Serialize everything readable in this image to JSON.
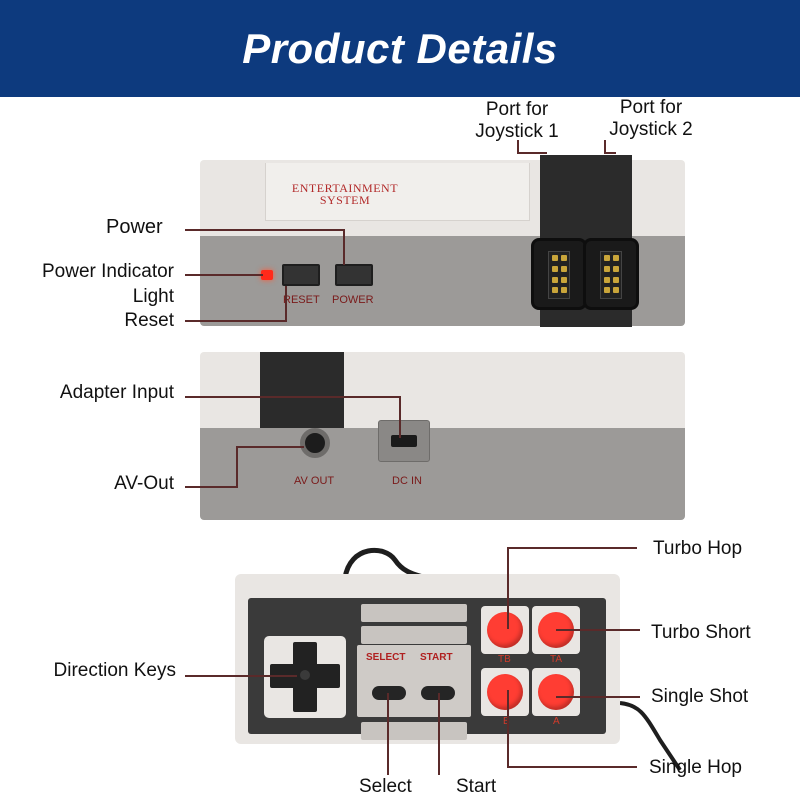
{
  "header": {
    "title": "Product Details",
    "bg_color": "#0d3a7e"
  },
  "console": {
    "plate_text_line1": "ENTERTAINMENT",
    "plate_text_line2": "SYSTEM",
    "reset_label": "RESET",
    "power_label": "POWER",
    "av_label": "AV OUT",
    "dc_label": "DC IN",
    "accent_color": "#b22a2a"
  },
  "controller": {
    "select_label": "SELECT",
    "start_label": "START",
    "turbo_b_label": "TB",
    "turbo_a_label": "TA",
    "b_label": "B",
    "a_label": "A",
    "button_color": "#ff3d33"
  },
  "callouts": {
    "port1_line1": "Port for",
    "port1_line2": "Joystick 1",
    "port2_line1": "Port for",
    "port2_line2": "Joystick 2",
    "power": "Power",
    "power_indicator_line1": "Power Indicator",
    "power_indicator_line2": "Light",
    "reset": "Reset",
    "adapter_input": "Adapter Input",
    "av_out": "AV-Out",
    "direction_keys": "Direction Keys",
    "turbo_hop": "Turbo Hop",
    "turbo_short": "Turbo Short",
    "single_shot": "Single Shot",
    "single_hop": "Single Hop",
    "select": "Select",
    "start": "Start"
  }
}
